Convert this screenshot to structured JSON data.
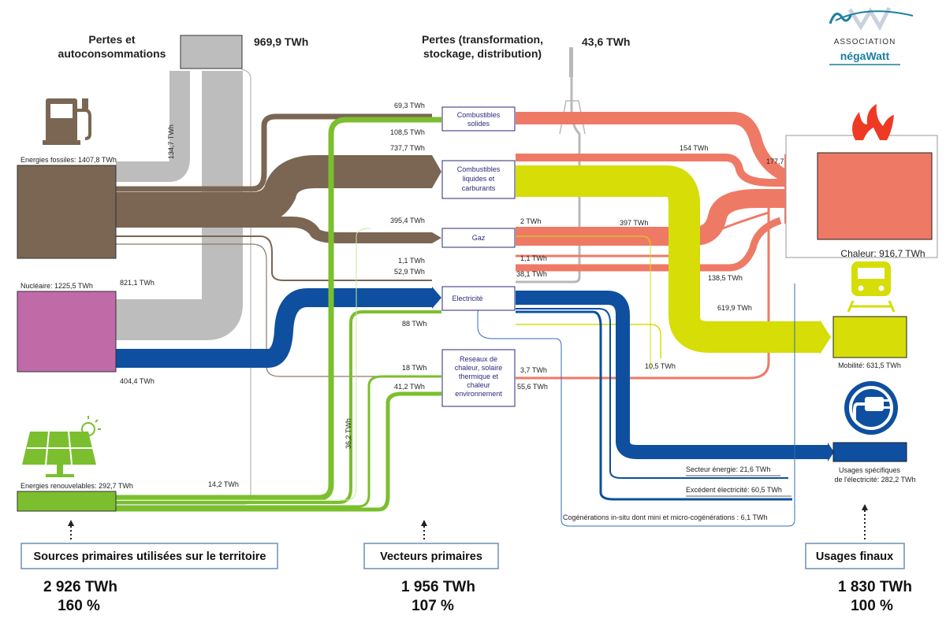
{
  "logo": {
    "line1": "ASSOCIATION",
    "line2_a": "néga",
    "line2_b": "Watt"
  },
  "losses": {
    "title1": "Pertes et",
    "title2": "autoconsommations",
    "value": "969,9 TWh",
    "transfo_title1": "Pertes (transformation,",
    "transfo_title2": "stockage, distribution)",
    "transfo_value": "43,6 TWh"
  },
  "sources": {
    "fossil": "Energies fossiles: 1407,8 TWh",
    "nuclear": "Nucléaire: 1225,5 TWh",
    "renew": "Energies renouvelables: 292,7 TWh"
  },
  "vectors": {
    "solid": [
      "Combustibles",
      "solides"
    ],
    "liquid": [
      "Combustibles",
      "liquides et",
      "carburants"
    ],
    "gas": "Gaz",
    "elec": "Electricité",
    "heat": [
      "Reseaux de",
      "chaleur, solaire",
      "thermique et",
      "chaleur",
      "environnement"
    ]
  },
  "uses": {
    "heat": "Chaleur: 916,7 TWh",
    "mobility": "Mobilité: 631,5 TWh",
    "elec1": "Usages spécifiques",
    "elec2": "de l'électricité: 282,2 TWh"
  },
  "flows": {
    "f134": "134,7 TWh",
    "f821": "821,1 TWh",
    "f404": "404,4 TWh",
    "f14": "14,2 TWh",
    "f36": "36,2 TWh",
    "f69": "69,3 TWh",
    "f108": "108,5 TWh",
    "f737": "737,7 TWh",
    "f395": "395,4 TWh",
    "f1a": "1,1 TWh",
    "f52": "52,9 TWh",
    "f88": "88 TWh",
    "f18": "18 TWh",
    "f41": "41,2 TWh",
    "f154": "154 TWh",
    "f177": "177,7",
    "f2": "2 TWh",
    "f397": "397 TWh",
    "f1b": "1,1 TWh",
    "f38": "38,1 TWh",
    "f138": "138,5 TWh",
    "f619": "619,9 TWh",
    "f10": "10,5 TWh",
    "f3": "3,7 TWh",
    "f55": "55,6 TWh"
  },
  "notes": {
    "secteur": "Secteur énergie: 21,6 TWh",
    "excedent": "Excédent électricité: 60,5 TWh",
    "cogen": "Cogénérations in-situ dont mini et micro-cogénérations : 6,1 TWh"
  },
  "summary": {
    "primary_label": "Sources primaires utilisées sur le territoire",
    "primary_value": "2 926 TWh",
    "primary_pct": "160 %",
    "vector_label": "Vecteurs primaires",
    "vector_value": "1 956 TWh",
    "vector_pct": "107 %",
    "final_label": "Usages finaux",
    "final_value": "1 830 TWh",
    "final_pct": "100 %"
  },
  "colors": {
    "fossil": "#7a6653",
    "nuclear": "#c06aa8",
    "renew": "#7bbf2e",
    "loss": "#b8b8b8",
    "elec": "#0e4fa0",
    "heat": "#ee7a66",
    "mobility": "#d6dd07",
    "brand": "#1a7fa0"
  }
}
